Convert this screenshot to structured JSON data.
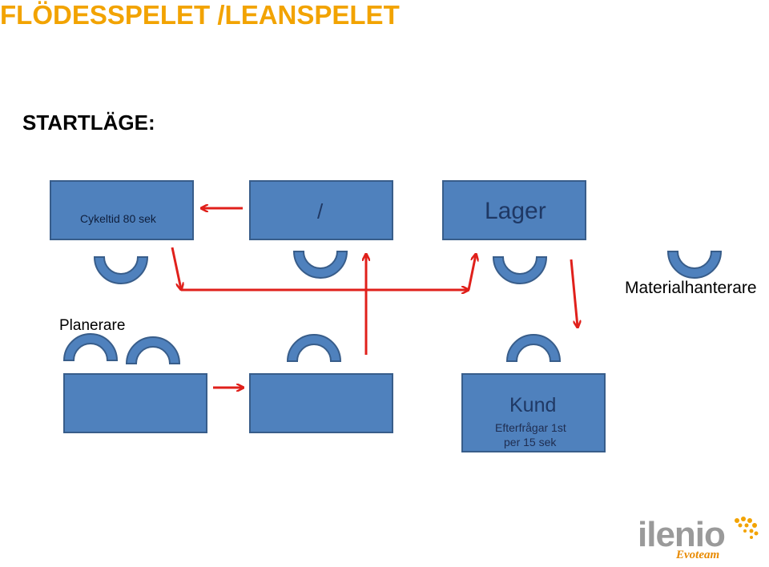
{
  "header": {
    "title": "FLÖDESSPELET /LEANSPELET",
    "subtitle": "STARTLÄGE:"
  },
  "stations": {
    "station1_note": "Cykeltid 80 sek",
    "station2_label": "/",
    "station3_label": "Lager",
    "customer_label": "Kund",
    "customer_note_line1": "Efterfrågar 1st",
    "customer_note_line2": "per 15 sek"
  },
  "roles": {
    "material_handler": "Materialhanterare",
    "planner": "Planerare"
  },
  "logo": {
    "name": "ilenio",
    "sub": "Evoteam"
  },
  "colors": {
    "title": "#f2a300",
    "box_fill": "#4f81bd",
    "box_border": "#385d8a",
    "arrow": "#e0201b",
    "box_text": "#1f3864",
    "box_note_text": "#1f2d50"
  }
}
